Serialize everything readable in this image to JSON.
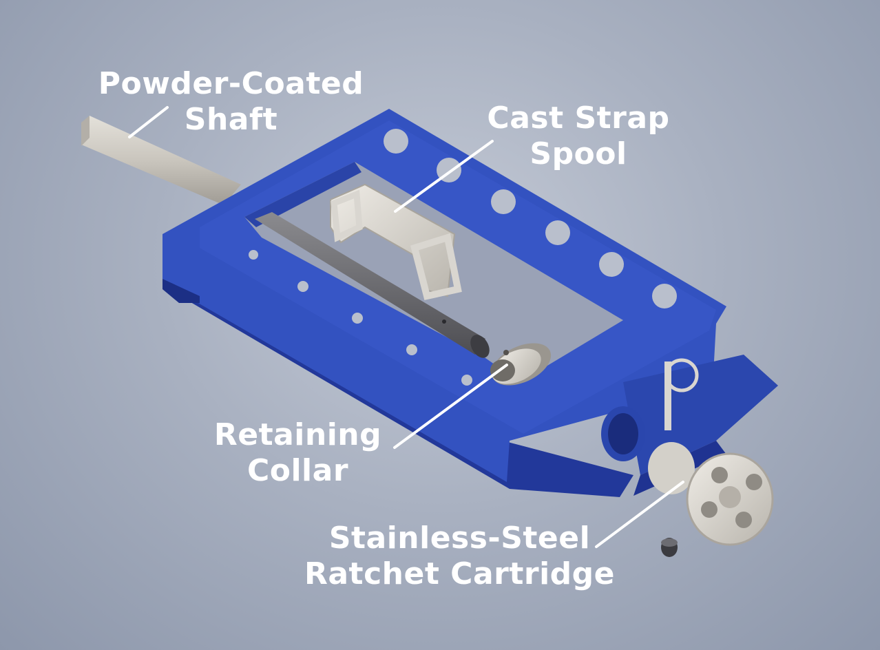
{
  "colors": {
    "frame_blue": "#2f4fb8",
    "frame_blue_dark": "#22389a",
    "frame_blue_light": "#4466d4",
    "metal_light": "#d9d6d0",
    "metal_dark": "#6e6e72",
    "leader_line": "#ffffff",
    "label_text": "#ffffff"
  },
  "labels": {
    "shaft": {
      "line1": "Powder-Coated",
      "line2": "Shaft"
    },
    "spool": {
      "line1": "Cast Strap",
      "line2": "Spool"
    },
    "collar": {
      "line1": "Retaining",
      "line2": "Collar"
    },
    "cartridge": {
      "line1": "Stainless-Steel",
      "line2": "Ratchet Cartridge"
    }
  }
}
